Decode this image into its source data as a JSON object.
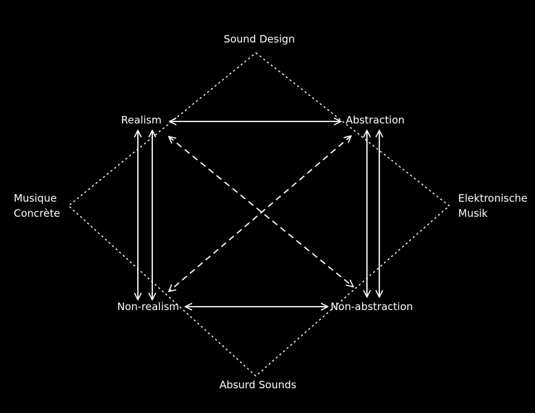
{
  "labels": {
    "top": "Sound Design",
    "left_1": "Musique",
    "left_2": "Concrète",
    "right_1": "Elektronische",
    "right_2": "Musik",
    "bottom": "Absurd Sounds",
    "realism": "Realism",
    "abstraction": "Abstraction",
    "non_realism": "Non-realism",
    "non_abstraction": "Non-abstraction"
  },
  "colors": {
    "background": "#000000",
    "foreground": "#ffffff"
  }
}
